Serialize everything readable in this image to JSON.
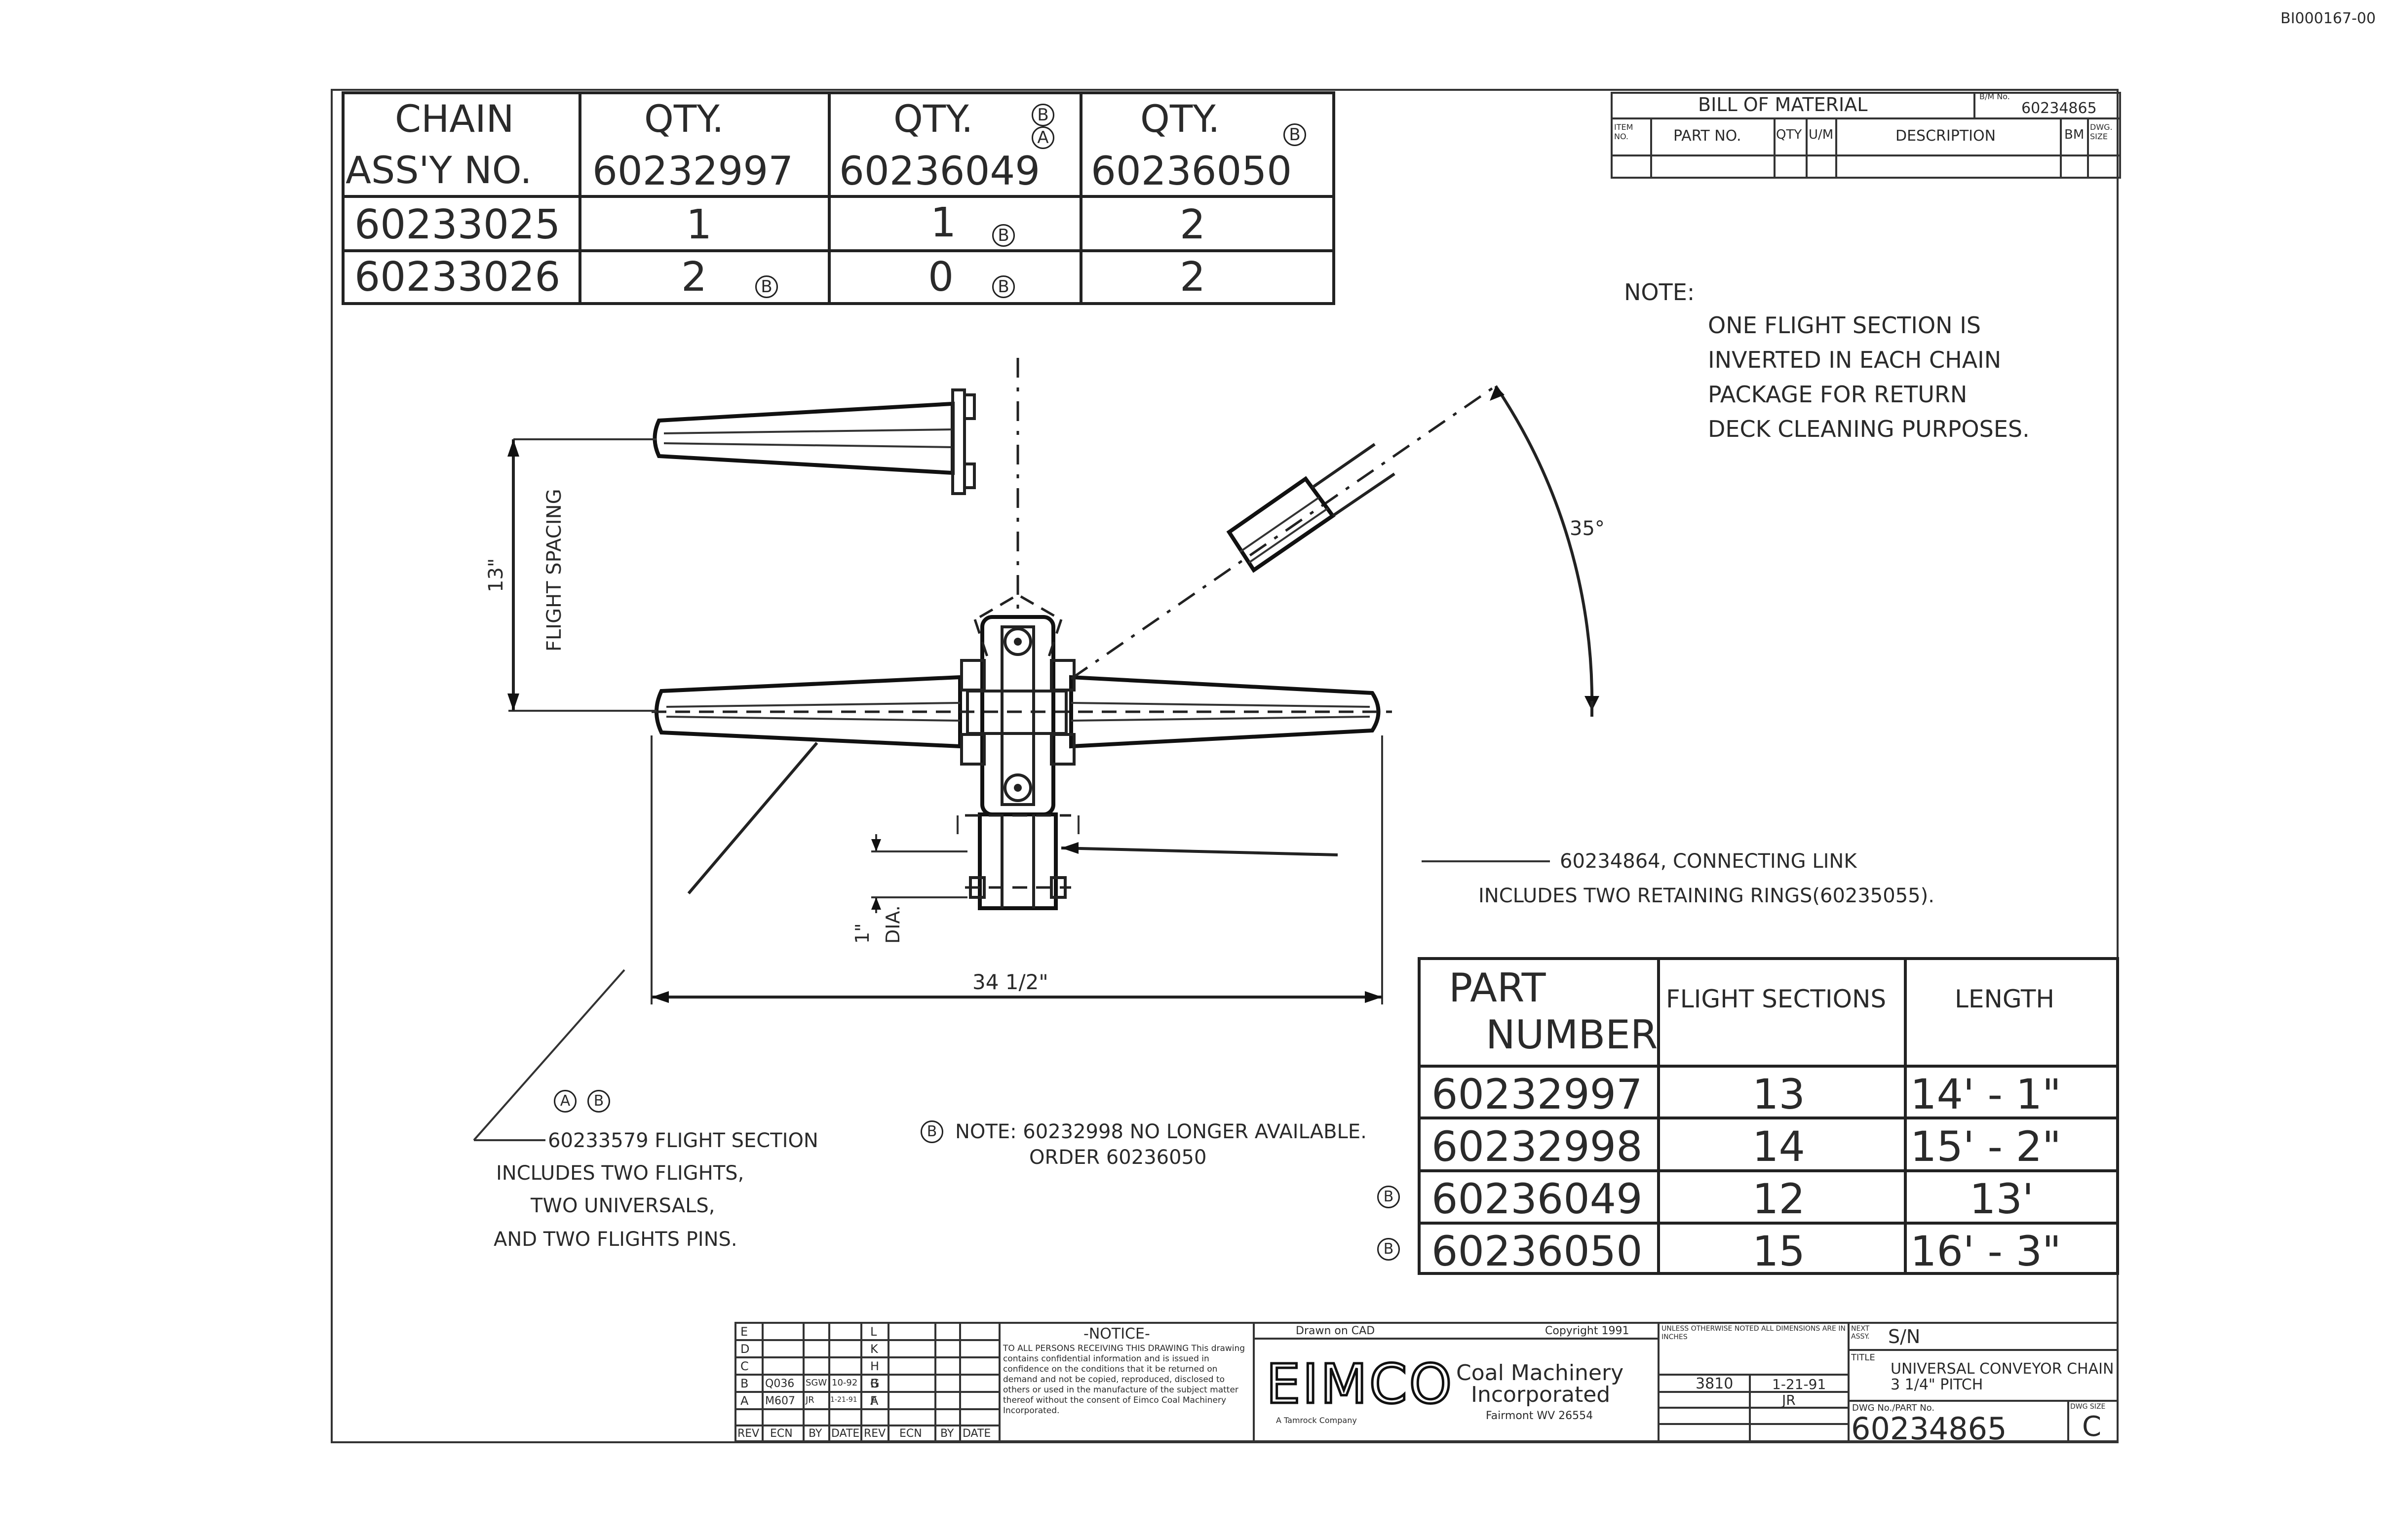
{
  "doc_id": "BI000167-00",
  "chain_table": {
    "headers": [
      {
        "line1": "CHAIN",
        "line2": "ASS'Y NO."
      },
      {
        "line1": "QTY.",
        "line2": "60232997"
      },
      {
        "line1": "QTY.",
        "line2": "60236049",
        "rev": [
          "B",
          "A"
        ]
      },
      {
        "line1": "QTY.",
        "line2": "60236050",
        "rev": [
          "B"
        ]
      }
    ],
    "rows": [
      {
        "assy": "60233025",
        "q1": "1",
        "q2": "1",
        "q3": "2",
        "q2rev": "B"
      },
      {
        "assy": "60233026",
        "q1": "2",
        "q2": "0",
        "q3": "2",
        "q1rev": "B",
        "q2rev": "B"
      }
    ]
  },
  "bom": {
    "title": "BILL OF MATERIAL",
    "bm_no_label": "B/M No.",
    "bm_no": "60234865",
    "columns": [
      "ITEM NO.",
      "PART NO.",
      "QTY",
      "U/M",
      "DESCRIPTION",
      "BM",
      "DWG. SIZE"
    ]
  },
  "note": {
    "label": "NOTE:",
    "lines": [
      "ONE FLIGHT SECTION IS",
      "INVERTED IN EACH CHAIN",
      "PACKAGE FOR RETURN",
      "DECK CLEANING PURPOSES."
    ]
  },
  "drawing": {
    "angle": "35°",
    "spacing_value": "13\"",
    "spacing_label": "FLIGHT SPACING",
    "width_value": "34 1/2\"",
    "dia_value": "1\"",
    "dia_label": "DIA.",
    "link_callout": "60234864, CONNECTING LINK",
    "link_callout2": "INCLUDES TWO RETAINING RINGS(60235055).",
    "flight_revs": [
      "A",
      "B"
    ],
    "flight_callout": [
      "60233579 FLIGHT SECTION",
      "INCLUDES TWO FLIGHTS,",
      "TWO UNIVERSALS,",
      "AND TWO FLIGHTS PINS."
    ],
    "note_b_rev": "B",
    "note_b": [
      "NOTE: 60232998 NO LONGER AVAILABLE.",
      "ORDER 60236050"
    ]
  },
  "part_table": {
    "headers": [
      {
        "line1": "PART",
        "line2": "NUMBER"
      },
      {
        "line1": "FLIGHT SECTIONS"
      },
      {
        "line1": "LENGTH"
      }
    ],
    "rows": [
      {
        "rev": "",
        "part": "60232997",
        "sections": "13",
        "length": "14' - 1\""
      },
      {
        "rev": "",
        "part": "60232998",
        "sections": "14",
        "length": "15' - 2\""
      },
      {
        "rev": "B",
        "part": "60236049",
        "sections": "12",
        "length": "13'"
      },
      {
        "rev": "B",
        "part": "60236050",
        "sections": "15",
        "length": "16' - 3\""
      }
    ]
  },
  "title_block": {
    "rev_letters_left": [
      "E",
      "D",
      "C",
      "B",
      "A"
    ],
    "rev_letters_right": [
      "L",
      "K",
      "H",
      "G",
      "F"
    ],
    "rev_entries": [
      {
        "ecn": "Q036",
        "by": "SGW",
        "date": "10-92",
        "rev": "B"
      },
      {
        "ecn": "M607",
        "by": "JR",
        "date": "1-21-91",
        "rev": "A"
      }
    ],
    "rev_headers": [
      "REV",
      "ECN",
      "BY",
      "DATE",
      "REV",
      "ECN",
      "BY",
      "DATE"
    ],
    "notice_title": "-NOTICE-",
    "notice_text": "TO ALL PERSONS RECEIVING THIS DRAWING This drawing contains confidential information and is issued in confidence on the conditions that it be returned on demand and not be copied, reproduced, disclosed to others or used in the manufacture of the subject matter thereof without the consent of Eimco Coal Machinery Incorporated.",
    "drawn_on": "Drawn on CAD",
    "copyright": "Copyright 1991",
    "company_logo": "EIMCO",
    "company_sub": "A Tamrock Company",
    "company_name1": "Coal Machinery",
    "company_name2": "Incorporated",
    "company_addr": "Fairmont WV 26554",
    "tolerance": "UNLESS OTHERWISE NOTED ALL DIMENSIONS ARE IN INCHES",
    "model": "3810",
    "date": "1-21-91",
    "drawn": "JR",
    "next_assy_label": "NEXT ASSY.",
    "next_assy": "S/N",
    "title_label": "TITLE",
    "title1": "UNIVERSAL CONVEYOR CHAIN",
    "title2": "3 1/4\" PITCH",
    "dwg_label": "DWG No./PART No.",
    "dwg_no": "60234865",
    "size_label": "DWG SIZE",
    "size": "C"
  }
}
